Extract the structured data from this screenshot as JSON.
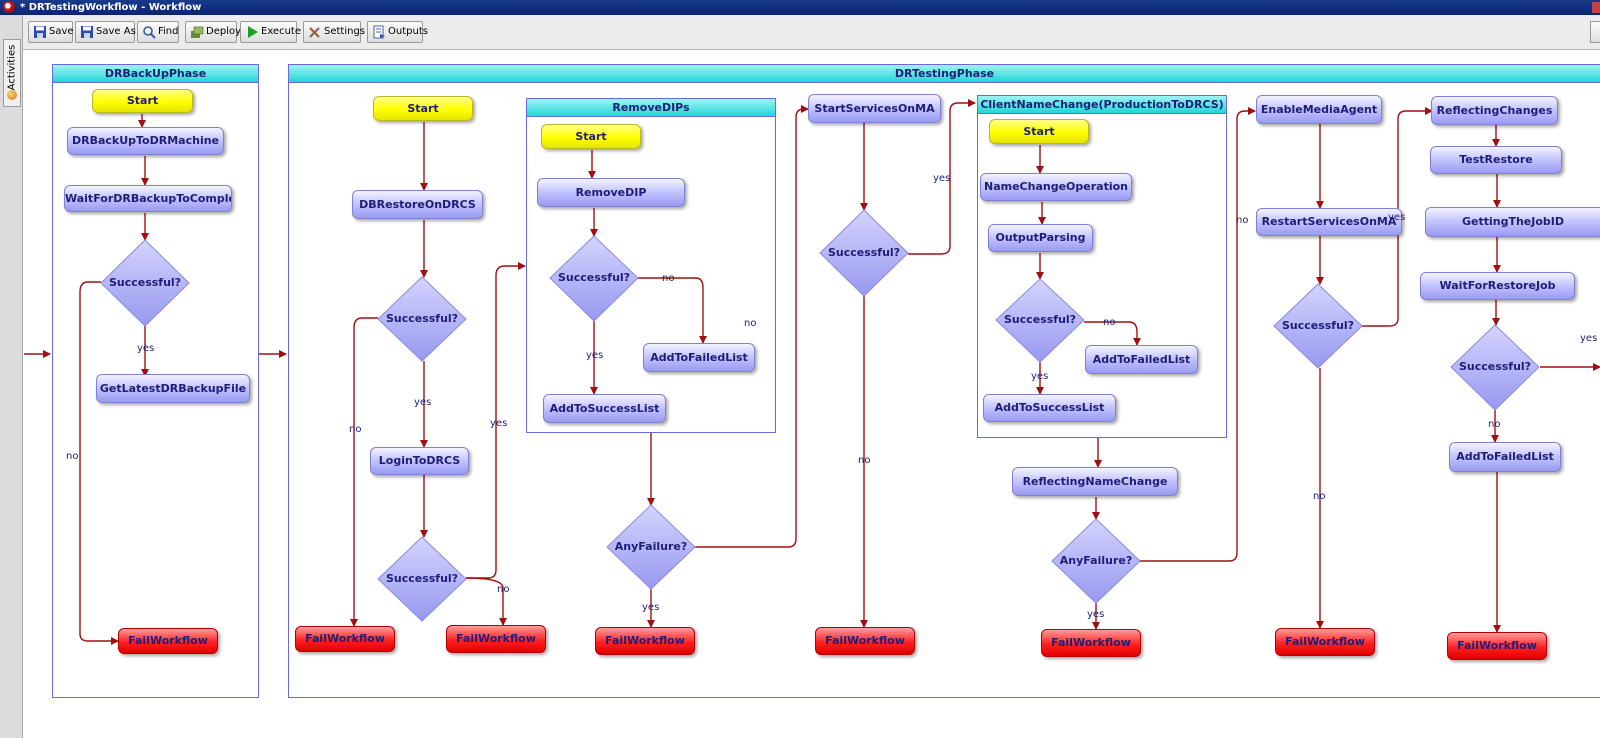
{
  "window": {
    "title": "* DRTestingWorkflow - Workflow"
  },
  "sidebar": {
    "tab_label": "Activities"
  },
  "toolbar": {
    "save": "Save",
    "save_as": "Save As",
    "find": "Find",
    "deploy": "Deploy",
    "execute": "Execute",
    "settings": "Settings",
    "outputs": "Outputs"
  },
  "colors": {
    "edge": "#a01010",
    "activity_fill": "#b4b4f8",
    "start_fill": "#ffff00",
    "fail_fill": "#ff2020",
    "swimlane_header": "#22d6d6",
    "text": "#1e1e78"
  },
  "phases": {
    "backup": "DRBackUpPhase",
    "testing": "DRTestingPhase",
    "remove_dips": "RemoveDIPs",
    "client_name_change": "ClientNameChange(ProductionToDRCS)"
  },
  "nodes": {
    "start": "Start",
    "dr_backup_to_dr_machine": "DRBackUpToDRMachine",
    "wait_for_dr_backup": "WaitForDRBackupToComplete",
    "get_latest_dr_backup_file": "GetLatestDRBackupFile",
    "db_restore_on_drcs": "DBRestoreOnDRCS",
    "login_to_drcs": "LoginToDRCS",
    "remove_dip": "RemoveDIP",
    "add_to_failed_list": "AddToFailedList",
    "add_to_success_list": "AddToSuccessList",
    "start_services_on_ma": "StartServicesOnMA",
    "name_change_operation": "NameChangeOperation",
    "output_parsing": "OutputParsing",
    "reflecting_name_change": "ReflectingNameChange",
    "enable_media_agent": "EnableMediaAgent",
    "restart_services_on_ma": "RestartServicesOnMA",
    "reflecting_changes": "ReflectingChanges",
    "test_restore": "TestRestore",
    "getting_the_job_id": "GettingTheJobID",
    "wait_for_restore_job": "WaitForRestoreJob",
    "fail_workflow": "FailWorkflow"
  },
  "decisions": {
    "successful": "Successful?",
    "any_failure": "AnyFailure?"
  },
  "edge_labels": {
    "yes": "yes",
    "no": "no"
  }
}
